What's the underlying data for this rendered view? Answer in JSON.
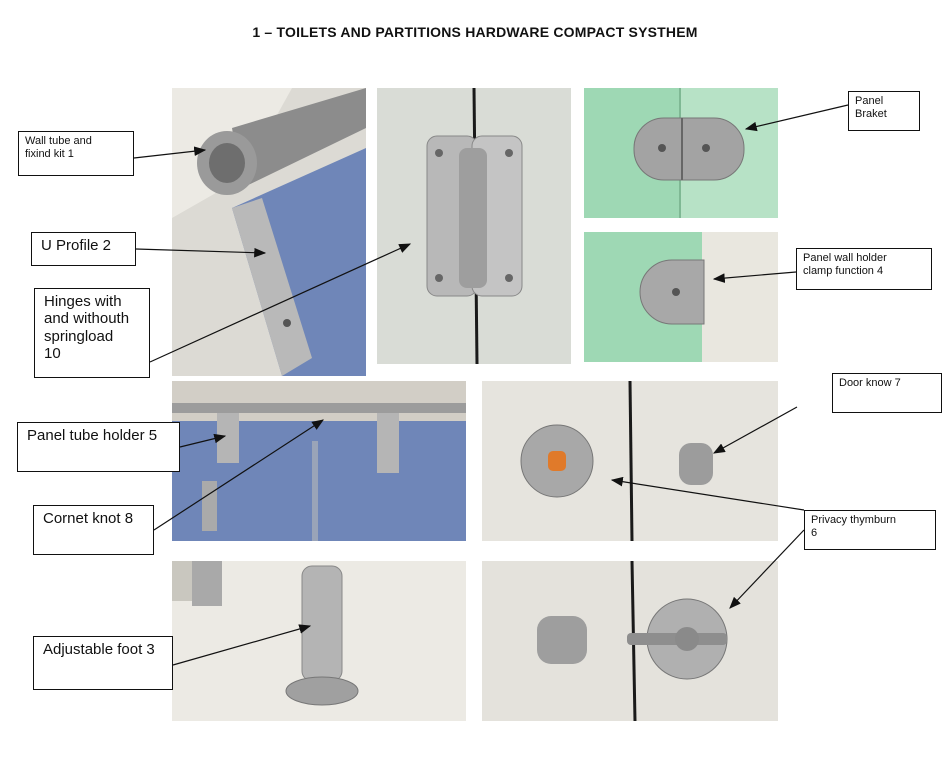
{
  "title": "1 – TOILETS AND PARTITIONS HARDWARE COMPACT SYSTHEM",
  "labels": {
    "wall_tube": "Wall tube and\nfixind kit 1",
    "u_profile": "U Profile 2",
    "hinges": "Hinges  with\nand withouth\nspringload\n10",
    "panel_braket": "Panel\nBraket",
    "panel_wall_holder": "Panel wall holder\nclamp function 4",
    "door_know": "Door know 7",
    "panel_tube_holder": "Panel tube holder 5",
    "cornet_knot": "Cornet knot 8",
    "privacy_thymbum": "Privacy thymburn\n6",
    "adjustable_foot": "Adjustable foot 3"
  },
  "colors": {
    "panel_blue": "#6f86b8",
    "panel_green": "#9ed8b4",
    "wall_beige": "#e9e7df",
    "steel": "#a9a9a9",
    "border": "#111111"
  }
}
